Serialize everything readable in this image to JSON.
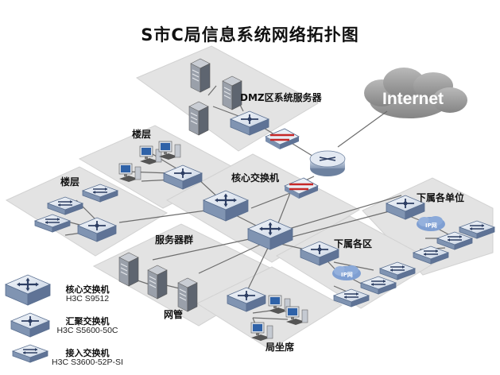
{
  "title": "S市C局信息系统网络拓扑图",
  "labels": {
    "dmz": "DMZ区系统服务器",
    "floor_upper": "楼层",
    "floor_lower": "楼层",
    "core": "核心交换机",
    "server_group": "服务器群",
    "netmgmt": "网管",
    "sub_unit": "下属各单位",
    "sub_district": "下属各区",
    "bureau_seat": "局坐席",
    "internet": "Internet",
    "ipnet_1": "IP网",
    "ipnet_2": "IP网"
  },
  "legend": [
    {
      "name": "核心交换机",
      "model": "H3C S9512"
    },
    {
      "name": "汇聚交换机",
      "model": "H3C S5600-50C"
    },
    {
      "name": "接入交换机",
      "model": "H3C S3600-52P-SI"
    }
  ],
  "colors": {
    "platform": "#e3e3e3",
    "platform_edge": "#cfcfcf",
    "line": "#6d6d6d",
    "device_top": "#e8eef6",
    "device_side": "#7d93b1",
    "device_dark": "#2d3e63",
    "firewall": "#c62828",
    "cloud": "#9a9a9a"
  }
}
